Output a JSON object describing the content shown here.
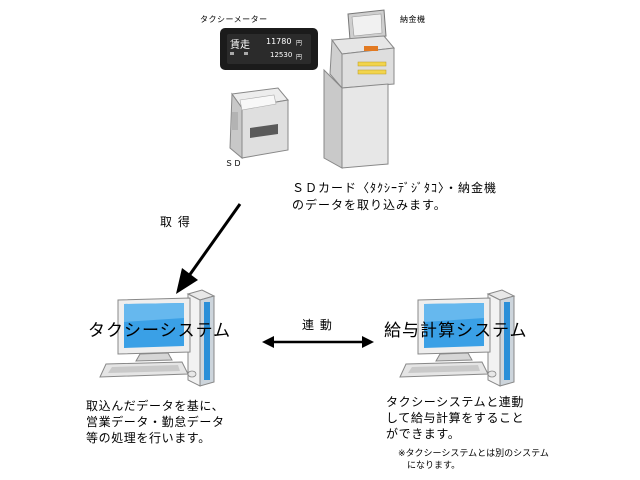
{
  "devices": {
    "taxi_meter_label": "タクシーメーター",
    "meter_display": {
      "status": "賃走",
      "value_top": "11780",
      "value_top_unit": "円",
      "value_bottom": "12530",
      "value_bottom_unit": "円"
    },
    "cash_machine_label": "納金機",
    "sd_label": "ＳＤ"
  },
  "sd_description": "ＳＤカード〈ﾀｸｼｰﾃﾞｼﾞﾀｺ〉・納金機\nのデータを取り込みます。",
  "acquire_label": "取 得",
  "link_label": "連 動",
  "taxi_system": {
    "title": "タクシーシステム",
    "description": "取込んだデータを基に、\n営業データ・勤怠データ\n等の処理を行います。"
  },
  "payroll_system": {
    "title": "給与計算システム",
    "description": "タクシーシステムと連動\nして給与計算をすること\nができます。",
    "note": "※タクシーシステムとは別のシステム\n　になります。"
  }
}
